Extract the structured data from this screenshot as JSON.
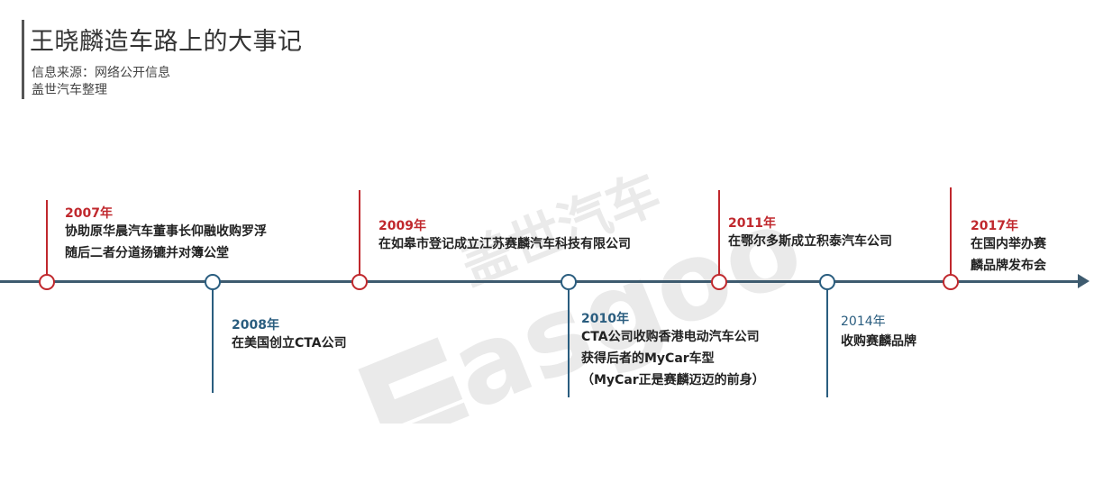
{
  "header": {
    "title": "王晓麟造车路上的大事记",
    "source": "信息来源：网络公开信息",
    "credit": "盖世汽车整理"
  },
  "watermark": {
    "text_cn": "盖世汽车",
    "text_en": "asgoo"
  },
  "events": [
    {
      "year": "2007年",
      "lines": [
        "协助原华晨汽车董事长仰融收购罗浮",
        "随后二者分道扬镳并对簿公堂"
      ]
    },
    {
      "year": "2008年",
      "lines": [
        "在美国创立CTA公司"
      ]
    },
    {
      "year": "2009年",
      "lines": [
        "在如皋市登记成立江苏赛麟汽车科技有限公司"
      ]
    },
    {
      "year": "2010年",
      "lines": [
        "CTA公司收购香港电动汽车公司",
        "获得后者的MyCar车型",
        "（MyCar正是赛麟迈迈的前身）"
      ]
    },
    {
      "year": "2011年",
      "lines": [
        "在鄂尔多斯成立积泰汽车公司"
      ]
    },
    {
      "year": "2014年",
      "lines": [
        "收购赛麟品牌"
      ]
    },
    {
      "year": "2017年",
      "lines": [
        "在国内举办赛",
        "麟品牌发布会"
      ]
    }
  ],
  "colors": {
    "red": "#c0282d",
    "blue": "#2a5d7f",
    "axis": "#3e5b6f"
  }
}
